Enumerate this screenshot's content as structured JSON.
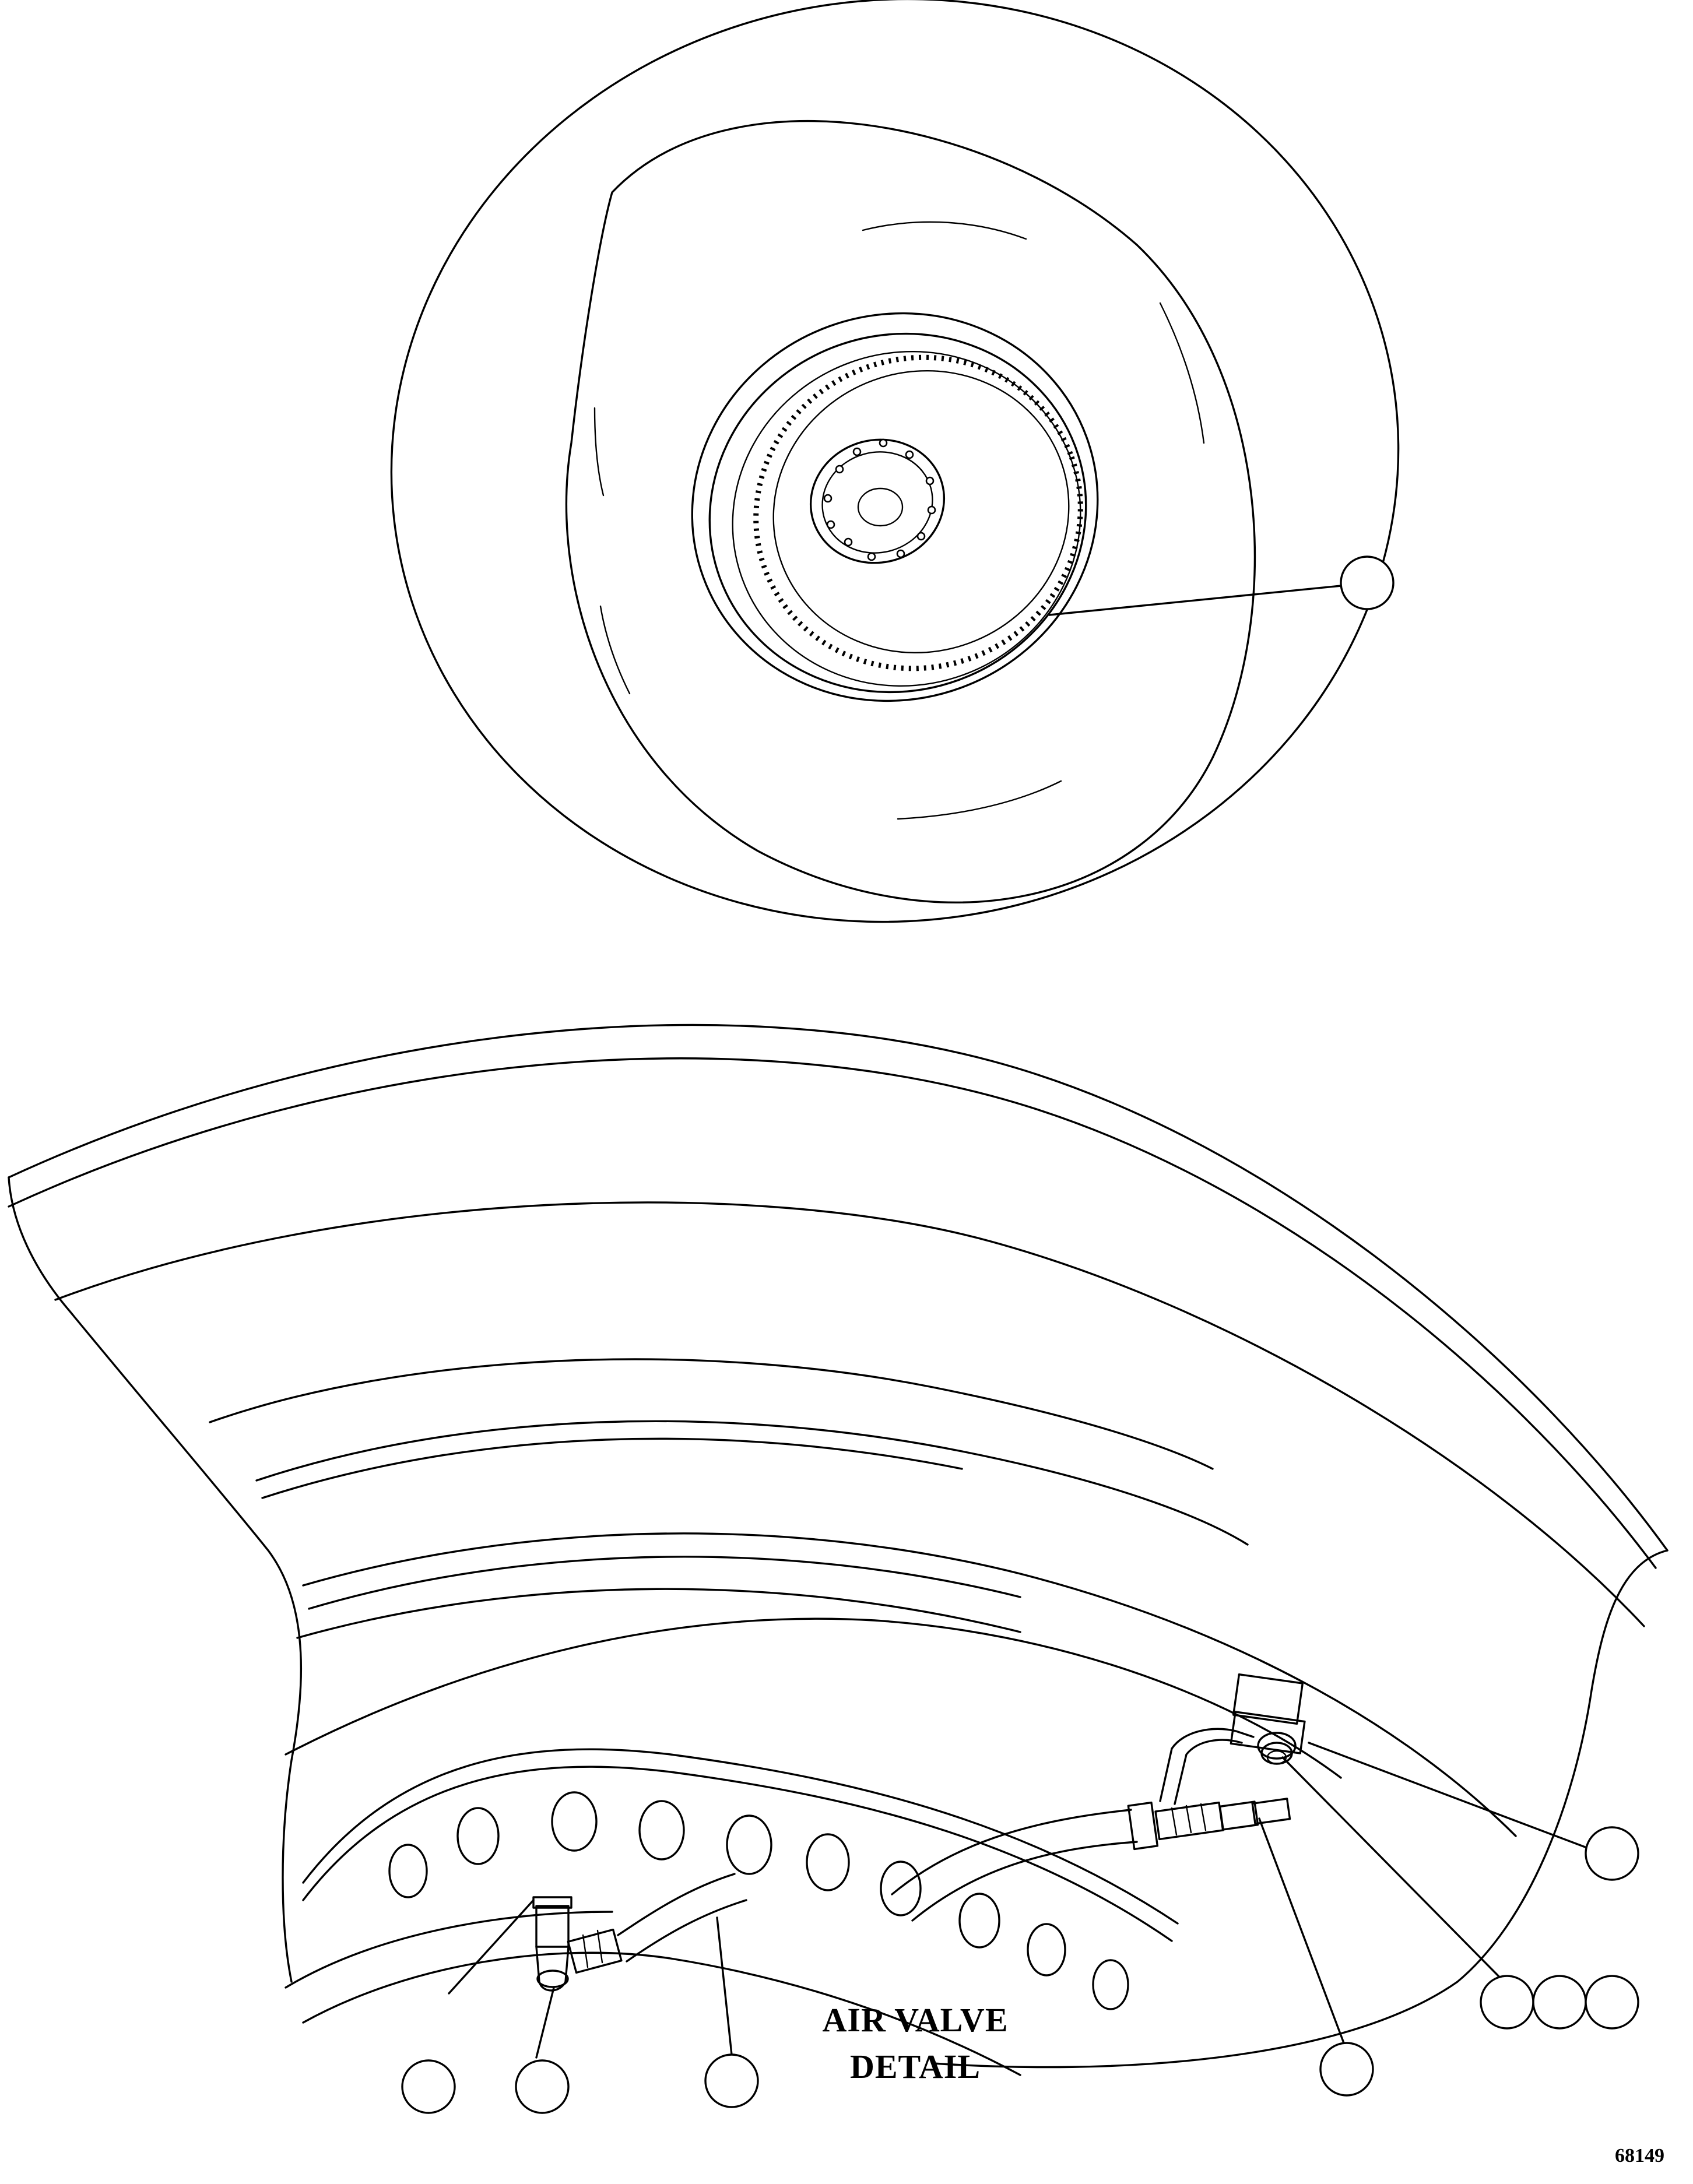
{
  "caption": {
    "line1": "AIR VALVE",
    "line2": "DETAIL"
  },
  "figure_number": "68149",
  "callouts": [
    "",
    "",
    "",
    "",
    "",
    "",
    "",
    "",
    ""
  ]
}
